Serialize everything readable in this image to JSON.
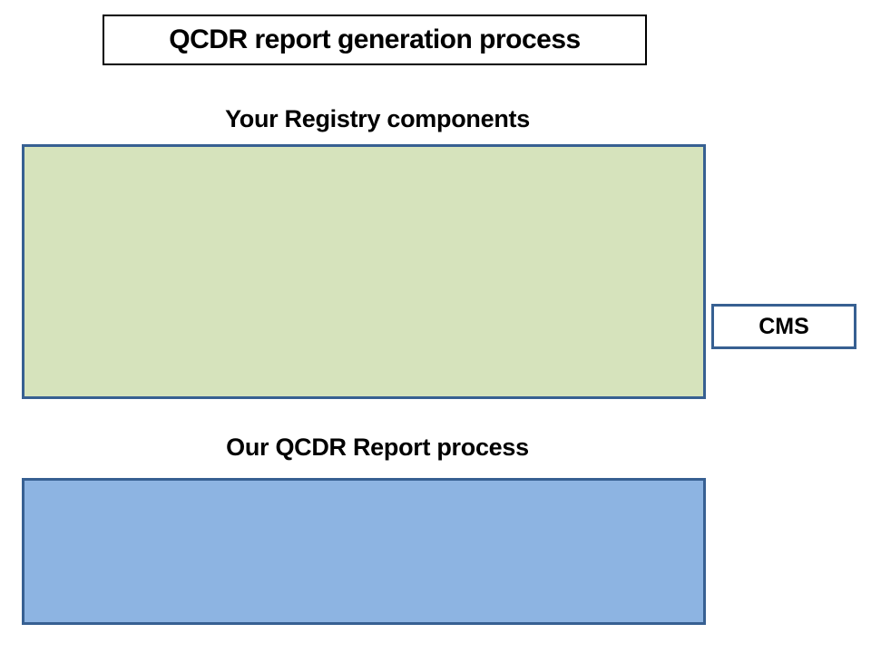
{
  "slide": {
    "title": "QCDR report generation process",
    "sections": [
      {
        "heading": "Your Registry components"
      },
      {
        "heading": "Our QCDR Report process"
      }
    ],
    "cms": {
      "label": "CMS"
    },
    "colors": {
      "box_border_blue": "#376092",
      "registry_fill_green": "#D6E3BC",
      "report_fill_blue": "#8DB4E2",
      "title_border": "#000000",
      "text": "#000000",
      "background": "#ffffff"
    }
  }
}
